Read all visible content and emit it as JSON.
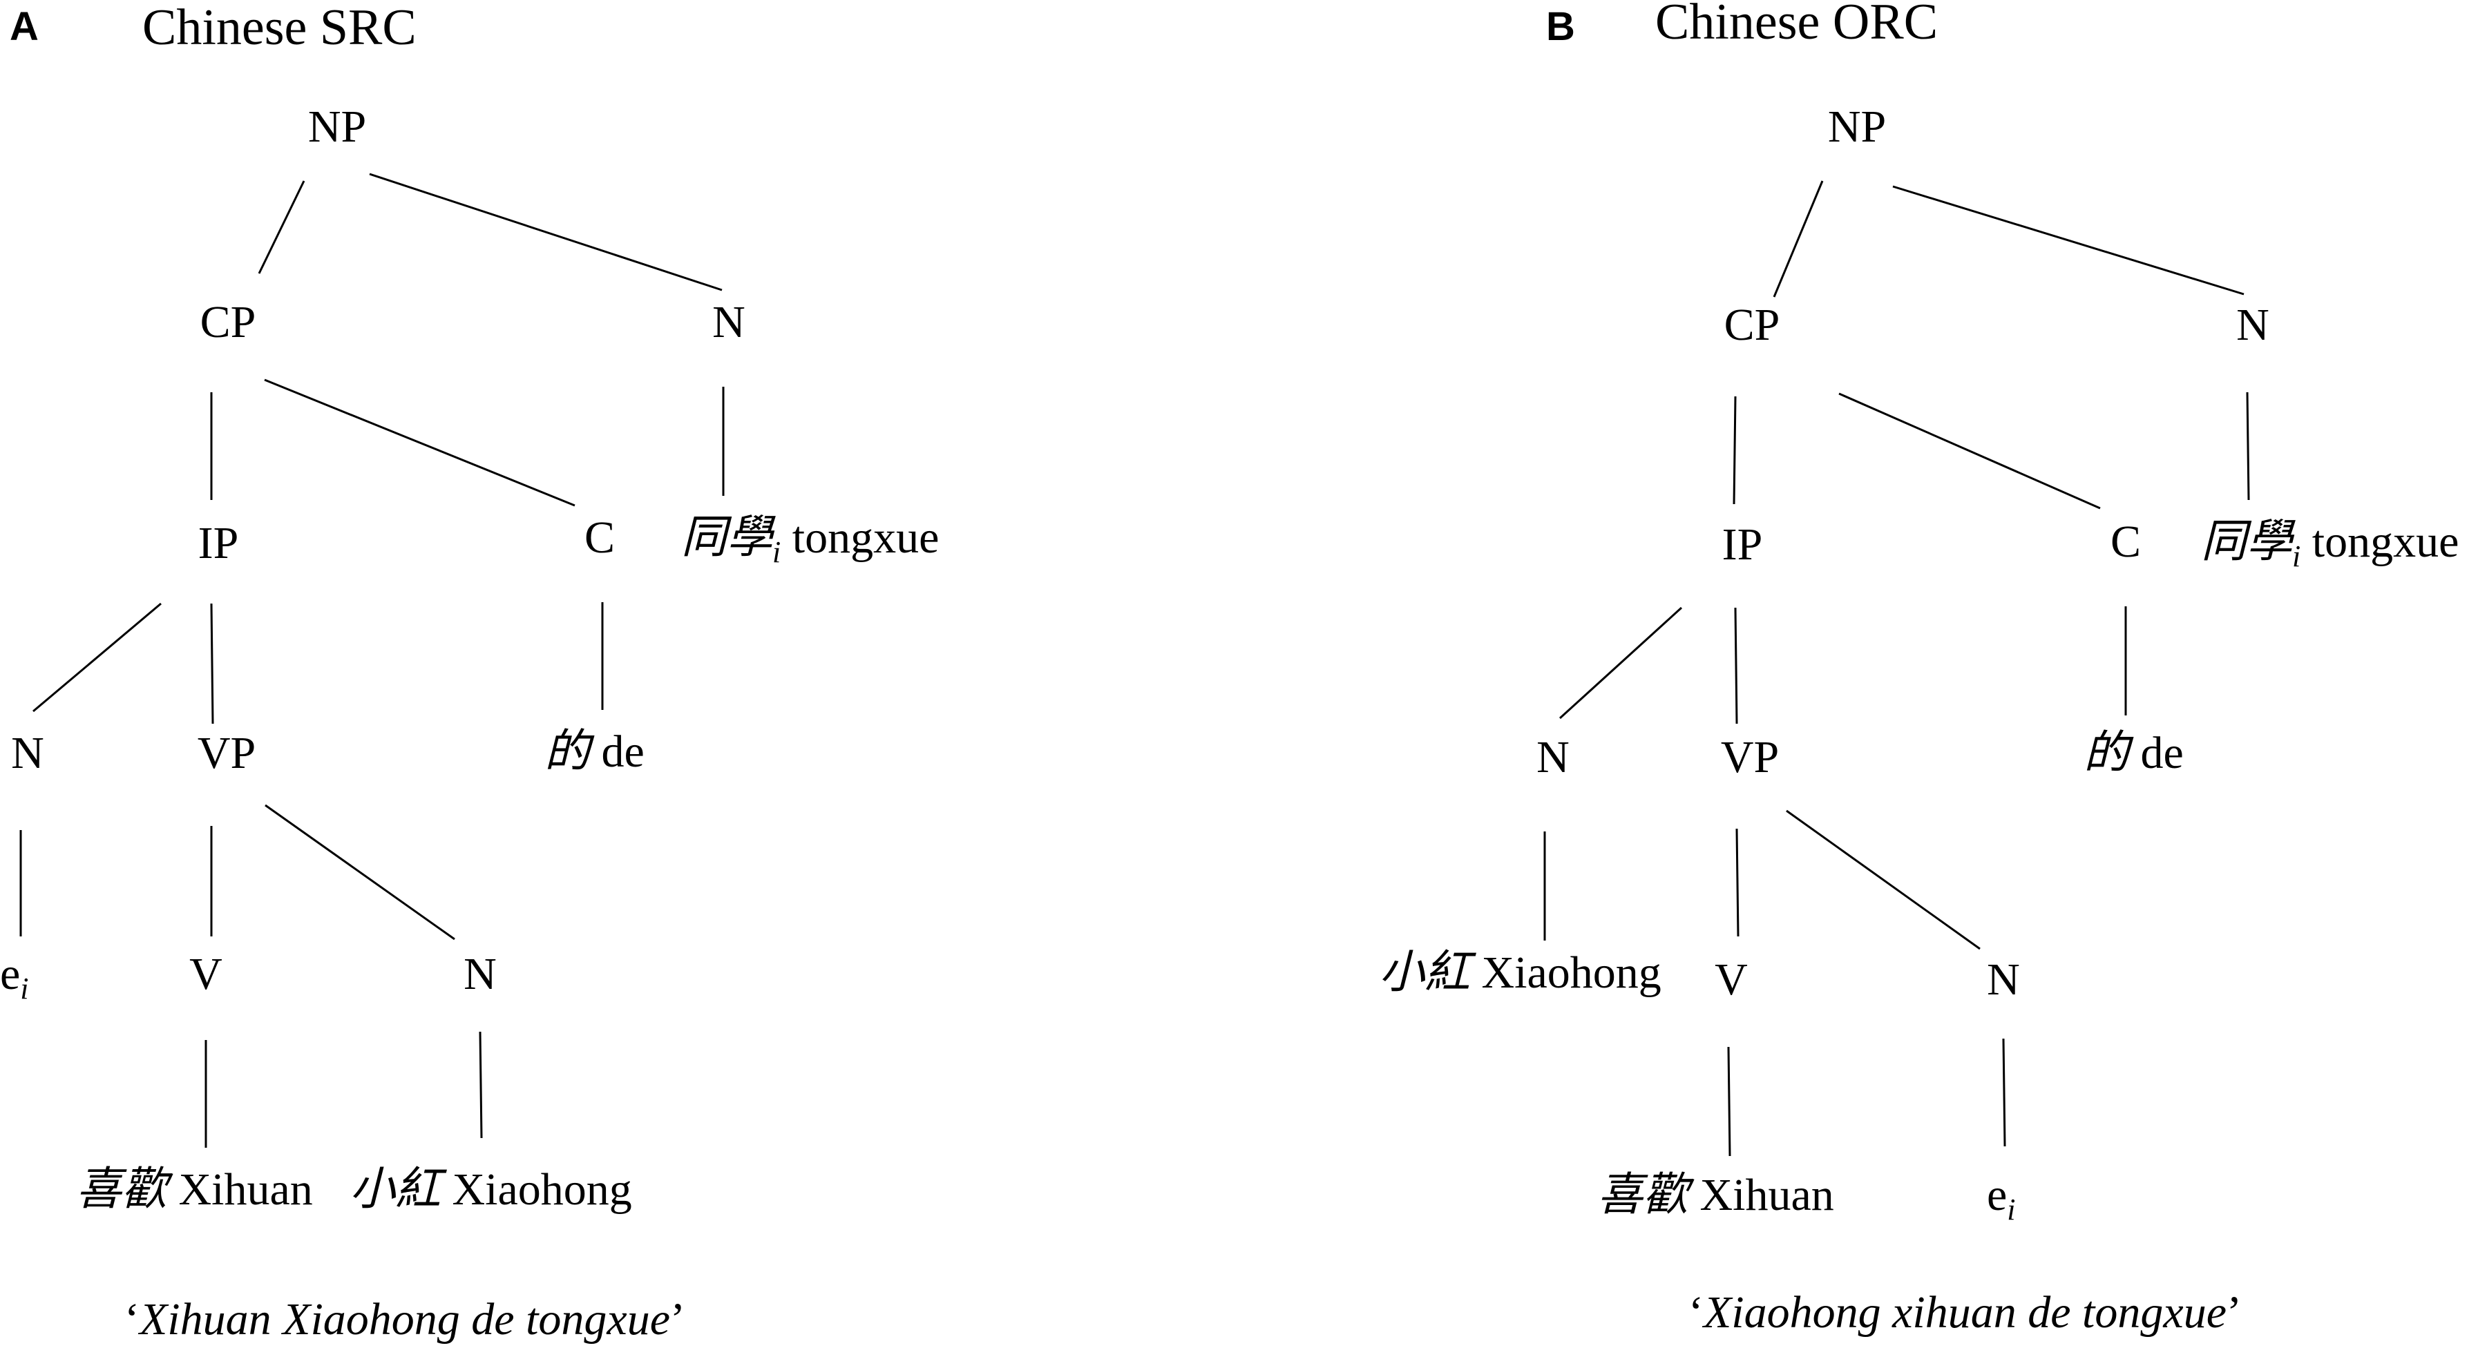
{
  "trees": [
    {
      "id": "A",
      "panel": "A",
      "title": "Chinese SRC",
      "gloss": [
        "‘",
        "Xihuan Xiaohong de tongxue",
        "’"
      ],
      "nodes": [
        {
          "id": "np",
          "parts": [
            [
              "NP",
              ""
            ]
          ]
        },
        {
          "id": "cp",
          "parts": [
            [
              "CP",
              ""
            ]
          ]
        },
        {
          "id": "n1",
          "parts": [
            [
              "N",
              ""
            ]
          ]
        },
        {
          "id": "ip",
          "parts": [
            [
              "IP",
              ""
            ]
          ]
        },
        {
          "id": "c",
          "parts": [
            [
              "C",
              ""
            ]
          ]
        },
        {
          "id": "tongxue",
          "parts": [
            [
              "同學",
              "i"
            ],
            [
              "i",
              "sub"
            ],
            [
              " tongxue",
              ""
            ]
          ]
        },
        {
          "id": "n2",
          "parts": [
            [
              "N",
              ""
            ]
          ]
        },
        {
          "id": "vp",
          "parts": [
            [
              "VP",
              ""
            ]
          ]
        },
        {
          "id": "de",
          "parts": [
            [
              "的",
              "i"
            ],
            [
              " de",
              ""
            ]
          ]
        },
        {
          "id": "ei",
          "parts": [
            [
              "e",
              ""
            ],
            [
              "i",
              "sub"
            ]
          ]
        },
        {
          "id": "v",
          "parts": [
            [
              "V",
              ""
            ]
          ]
        },
        {
          "id": "n3",
          "parts": [
            [
              "N",
              ""
            ]
          ]
        },
        {
          "id": "xihuan",
          "parts": [
            [
              "喜歡",
              "i"
            ],
            [
              " Xihuan",
              ""
            ]
          ]
        },
        {
          "id": "xiaohong",
          "parts": [
            [
              "小紅",
              "i"
            ],
            [
              " Xiaohong",
              ""
            ]
          ]
        }
      ],
      "edges": [
        [
          "np",
          "cp"
        ],
        [
          "np",
          "n1"
        ],
        [
          "cp",
          "ip"
        ],
        [
          "cp",
          "c"
        ],
        [
          "n1",
          "tongxue"
        ],
        [
          "ip",
          "n2"
        ],
        [
          "ip",
          "vp"
        ],
        [
          "c",
          "de"
        ],
        [
          "n2",
          "ei"
        ],
        [
          "vp",
          "v"
        ],
        [
          "vp",
          "n3"
        ],
        [
          "v",
          "xihuan"
        ],
        [
          "n3",
          "xiaohong"
        ]
      ]
    },
    {
      "id": "B",
      "panel": "B",
      "title": "Chinese ORC",
      "gloss": [
        "‘",
        "Xiaohong xihuan de tongxue",
        "’"
      ],
      "nodes": [
        {
          "id": "np",
          "parts": [
            [
              "NP",
              ""
            ]
          ]
        },
        {
          "id": "cp",
          "parts": [
            [
              "CP",
              ""
            ]
          ]
        },
        {
          "id": "n1",
          "parts": [
            [
              "N",
              ""
            ]
          ]
        },
        {
          "id": "ip",
          "parts": [
            [
              "IP",
              ""
            ]
          ]
        },
        {
          "id": "c",
          "parts": [
            [
              "C",
              ""
            ]
          ]
        },
        {
          "id": "tongxue",
          "parts": [
            [
              "同學",
              "i"
            ],
            [
              "i",
              "sub"
            ],
            [
              " tongxue",
              ""
            ]
          ]
        },
        {
          "id": "n2",
          "parts": [
            [
              "N",
              ""
            ]
          ]
        },
        {
          "id": "vp",
          "parts": [
            [
              "VP",
              ""
            ]
          ]
        },
        {
          "id": "de",
          "parts": [
            [
              "的",
              "i"
            ],
            [
              " de",
              ""
            ]
          ]
        },
        {
          "id": "xiaohong",
          "parts": [
            [
              "小紅",
              "i"
            ],
            [
              " Xiaohong",
              ""
            ]
          ]
        },
        {
          "id": "v",
          "parts": [
            [
              "V",
              ""
            ]
          ]
        },
        {
          "id": "n3",
          "parts": [
            [
              "N",
              ""
            ]
          ]
        },
        {
          "id": "xihuan",
          "parts": [
            [
              "喜歡",
              "i"
            ],
            [
              " Xihuan",
              ""
            ]
          ]
        },
        {
          "id": "ei",
          "parts": [
            [
              "e",
              ""
            ],
            [
              "i",
              "sub"
            ]
          ]
        }
      ],
      "edges": [
        [
          "np",
          "cp"
        ],
        [
          "np",
          "n1"
        ],
        [
          "cp",
          "ip"
        ],
        [
          "cp",
          "c"
        ],
        [
          "n1",
          "tongxue"
        ],
        [
          "ip",
          "n2"
        ],
        [
          "ip",
          "vp"
        ],
        [
          "c",
          "de"
        ],
        [
          "n2",
          "xiaohong"
        ],
        [
          "vp",
          "v"
        ],
        [
          "vp",
          "n3"
        ],
        [
          "v",
          "xihuan"
        ],
        [
          "n3",
          "ei"
        ]
      ]
    }
  ]
}
